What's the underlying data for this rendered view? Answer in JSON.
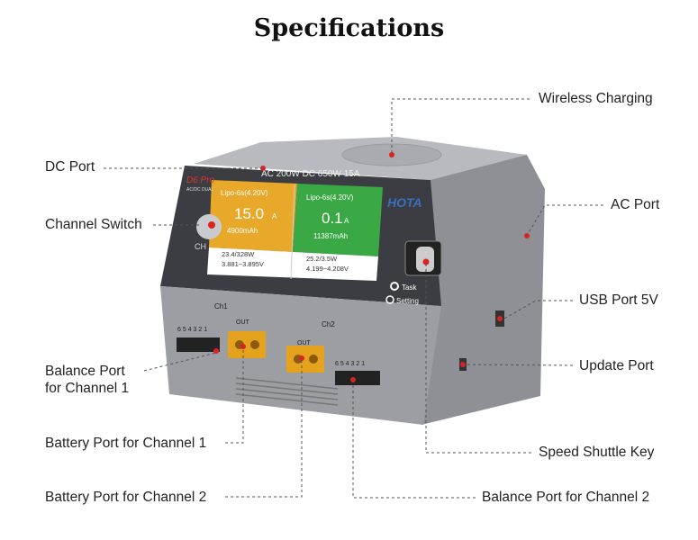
{
  "title": "Specifications",
  "callouts": {
    "wireless_charging": "Wireless Charging",
    "dc_port": "DC Port",
    "channel_switch": "Channel Switch",
    "ac_port": "AC Port",
    "usb_port": "USB Port 5V",
    "update_port": "Update Port",
    "balance_ch1_line1": "Balance Port",
    "balance_ch1_line2": "for Channel 1",
    "battery_ch1": "Battery Port for Channel 1",
    "speed_shuttle": "Speed Shuttle Key",
    "battery_ch2": "Battery Port for Channel 2",
    "balance_ch2": "Balance Port for Channel 2"
  },
  "device": {
    "header": "AC 200W  DC 650W 15A",
    "model": "D6 Pro",
    "model_sub": "AC/DC DUAL",
    "brand": "HOTA",
    "ch_button": "CH",
    "task": "Task",
    "setting": "Setting",
    "ch1_label": "Ch1",
    "ch2_label": "Ch2",
    "out_label": "OUT",
    "balance_pins": "6 5 4 3 2 1",
    "channel1": {
      "battery": "Lipo-6s(4.20V)",
      "current": "15.0",
      "unit": "A",
      "capacity": "4900mAh",
      "power": "23.4/328W",
      "voltage": "3.881~3.895V",
      "color": "#e8a82a"
    },
    "channel2": {
      "battery": "Lipo-6s(4.20V)",
      "current": "0.1",
      "unit": "A",
      "capacity": "11387mAh",
      "power": "25.2/3.5W",
      "voltage": "4.199~4.208V",
      "color": "#3aa845"
    }
  }
}
